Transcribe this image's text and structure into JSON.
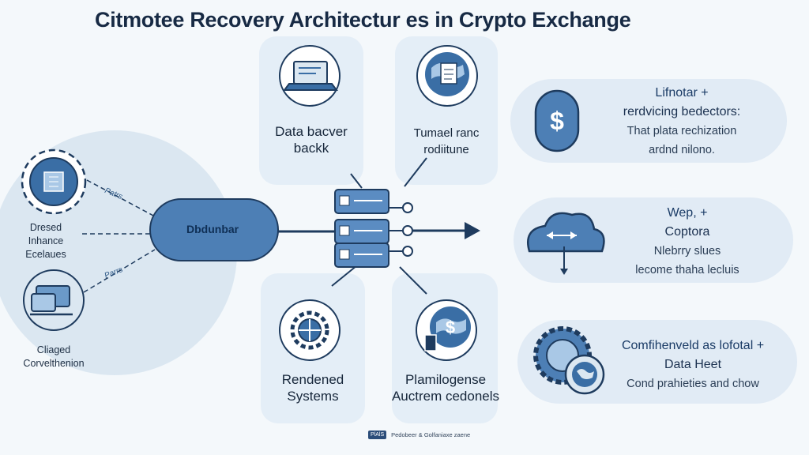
{
  "title": "Citmotee Recovery Architectur es in Crypto Exchange",
  "colors": {
    "primary": "#3a6ea5",
    "light_fill": "#a9c8e6",
    "panel": "#e4eef7",
    "dark_text": "#172a44"
  },
  "left_group": {
    "top_label": [
      "Dresed",
      "Inhance",
      "Ecelaues"
    ],
    "bottom_label": [
      "Cliaged",
      "Corvelthenion"
    ],
    "arrow_labels": [
      "Patrs",
      "Parrs"
    ]
  },
  "hub": {
    "label": "Dbdunbar"
  },
  "top_cards": [
    {
      "label": [
        "Data bacver",
        "backk"
      ],
      "icon": "laptop-icon"
    },
    {
      "label": [
        "Tumael ranc",
        "rodiitune"
      ],
      "icon": "globe-document-icon"
    }
  ],
  "bottom_cards": [
    {
      "label": [
        "Rendened",
        "Systems"
      ],
      "icon": "gear-network-icon"
    },
    {
      "label": [
        "Plamilogense",
        "Auctrem cedonels"
      ],
      "icon": "coin-globe-icon"
    }
  ],
  "right_cards": [
    {
      "lines": [
        "Lifnotar +",
        "rerdvicing bedectors:",
        "That plata rechization",
        "ardnd nilono."
      ],
      "icon": "dollar-shield-icon"
    },
    {
      "lines": [
        "Wep, +",
        "Coptora",
        "Nlebrry slues",
        "lecome thaha lecluis"
      ],
      "icon": "cloud-icon"
    },
    {
      "lines": [
        "Comfihenveld as lofotal +",
        "Data Heet",
        "Cond prahieties and chow"
      ],
      "icon": "gear-globe-icon"
    }
  ],
  "footer": {
    "badge": "PlAlS",
    "text": "Pedobeer & Golfaniaxe zaene"
  }
}
